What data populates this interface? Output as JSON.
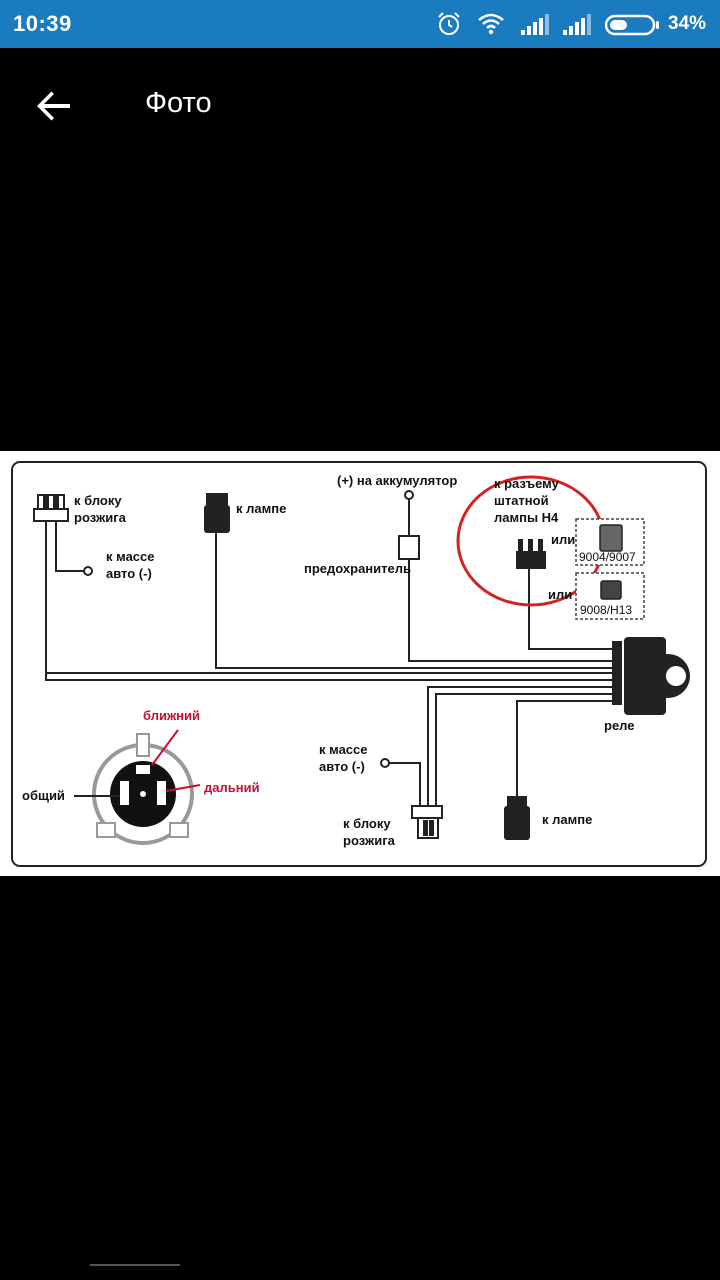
{
  "status_bar": {
    "time": "10:39",
    "battery_percent": "34%",
    "icons": [
      "alarm-icon",
      "wifi-icon",
      "signal-icon",
      "signal-icon",
      "battery-icon"
    ]
  },
  "app_bar": {
    "back_icon": "arrow-left-icon",
    "title": "Фото"
  },
  "diagram": {
    "labels": {
      "ignition_top_1": "к блоку",
      "ignition_top_2": "розжига",
      "ground_top_1": "к массе",
      "ground_top_2": "авто (-)",
      "lamp_top": "к лампе",
      "battery": "(+) на аккумулятор",
      "fuse": "предохранитель",
      "connector_1": "к разъему",
      "connector_2": "штатной",
      "connector_3": "лампы Н4",
      "or_1": "или",
      "or_2": "или",
      "type_1": "9004/9007",
      "type_2": "9008/H13",
      "relay": "реле",
      "low_beam": "ближний",
      "high_beam": "дальний",
      "common": "общий",
      "ground_bottom_1": "к массе",
      "ground_bottom_2": "авто (-)",
      "ignition_bottom_1": "к блоку",
      "ignition_bottom_2": "розжига",
      "lamp_bottom": "к лампе"
    }
  }
}
